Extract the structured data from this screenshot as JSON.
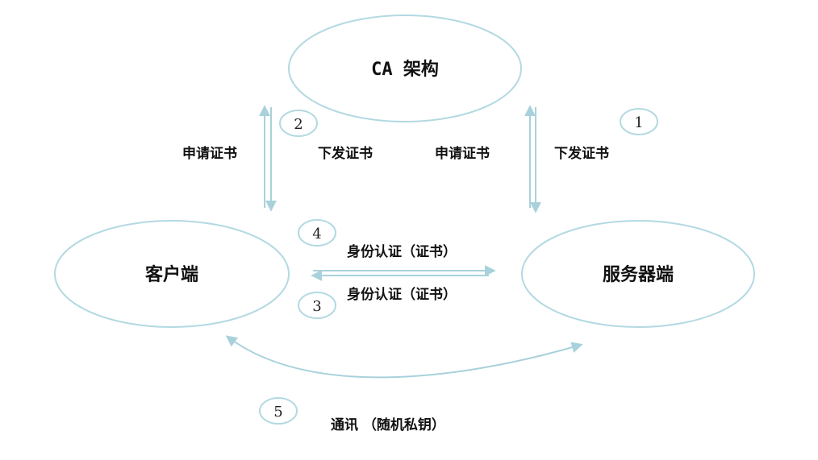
{
  "nodes": {
    "ca": {
      "label": "CA 架构"
    },
    "client": {
      "label": "客户端"
    },
    "server": {
      "label": "服务器端"
    }
  },
  "edges": {
    "client_request_label": "申请证书",
    "client_issue_label": "下发证书",
    "server_request_label": "申请证书",
    "server_issue_label": "下发证书",
    "auth_top_label": "身份认证（证书）",
    "auth_bottom_label": "身份认证（证书）",
    "comm_label": "通讯 （随机私钥）"
  },
  "steps": {
    "one": "1",
    "two": "2",
    "three": "3",
    "four": "4",
    "five": "5"
  },
  "colors": {
    "outline": "#b3d9e2",
    "arrow": "#a9d1db",
    "text": "#111111"
  }
}
